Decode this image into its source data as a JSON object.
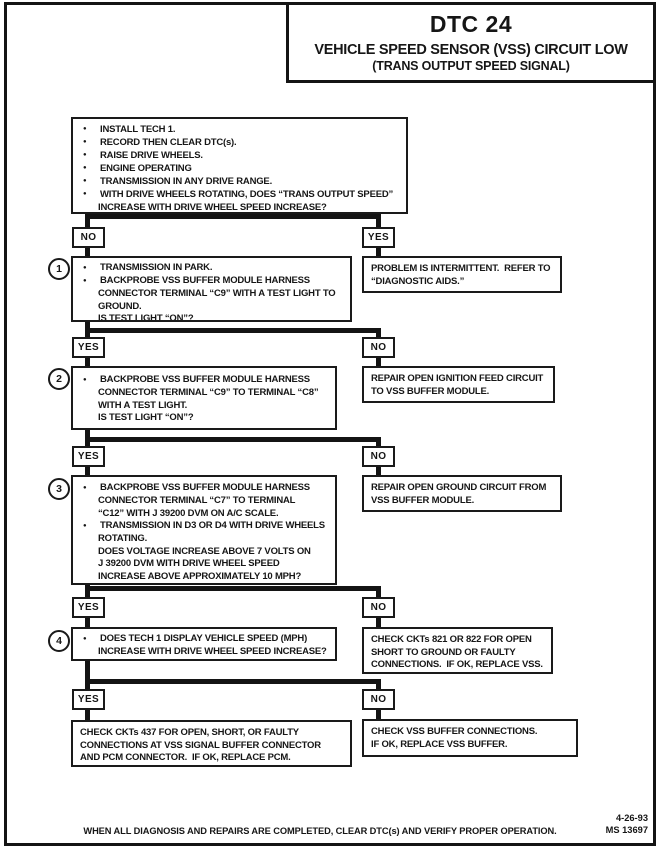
{
  "title": {
    "code": "DTC 24",
    "heading": "VEHICLE SPEED SENSOR (VSS) CIRCUIT LOW",
    "subheading": "(TRANS OUTPUT SPEED SIGNAL)"
  },
  "start_box": {
    "lines": [
      "INSTALL TECH 1.",
      "RECORD THEN CLEAR DTC(s).",
      "RAISE DRIVE WHEELS.",
      "ENGINE OPERATING",
      "TRANSMISSION IN ANY DRIVE RANGE.",
      "WITH DRIVE WHEELS ROTATING, DOES “TRANS OUTPUT SPEED”",
      "INCREASE WITH DRIVE WHEEL SPEED INCREASE?"
    ]
  },
  "labels": {
    "row1_left": "NO",
    "row1_right": "YES",
    "row2_left": "YES",
    "row2_right": "NO",
    "row3_left": "YES",
    "row3_right": "NO",
    "row4_left": "YES",
    "row4_right": "NO",
    "row5_left": "YES",
    "row5_right": "NO"
  },
  "step1": {
    "number": "1",
    "lines": [
      "TRANSMISSION IN PARK.",
      "BACKPROBE VSS BUFFER MODULE HARNESS",
      "CONNECTOR TERMINAL “C9” WITH A TEST LIGHT TO",
      "GROUND.",
      "IS TEST LIGHT “ON”?"
    ]
  },
  "result1": {
    "lines": [
      "PROBLEM IS INTERMITTENT.  REFER TO",
      "“DIAGNOSTIC AIDS.”"
    ]
  },
  "step2": {
    "number": "2",
    "lines": [
      "BACKPROBE VSS BUFFER MODULE HARNESS",
      "CONNECTOR TERMINAL “C9” TO TERMINAL “C8”",
      "WITH A TEST LIGHT.",
      "IS TEST LIGHT “ON”?"
    ]
  },
  "result2": {
    "lines": [
      "REPAIR OPEN IGNITION FEED CIRCUIT",
      "TO VSS BUFFER MODULE."
    ]
  },
  "step3": {
    "number": "3",
    "lines": [
      "BACKPROBE VSS BUFFER MODULE HARNESS",
      "CONNECTOR TERMINAL “C7” TO TERMINAL",
      "“C12” WITH J 39200 DVM ON A/C SCALE.",
      "TRANSMISSION IN D3 OR D4 WITH DRIVE WHEELS",
      "ROTATING.",
      "DOES VOLTAGE INCREASE ABOVE 7 VOLTS ON",
      "J 39200 DVM WITH DRIVE WHEEL SPEED",
      "INCREASE ABOVE APPROXIMATELY 10 MPH?"
    ]
  },
  "result3": {
    "lines": [
      "REPAIR OPEN GROUND CIRCUIT FROM",
      "VSS BUFFER MODULE."
    ]
  },
  "step4": {
    "number": "4",
    "lines": [
      "DOES TECH 1 DISPLAY VEHICLE SPEED (MPH)",
      "INCREASE WITH DRIVE WHEEL SPEED INCREASE?"
    ]
  },
  "result4": {
    "lines": [
      "CHECK CKTs 821 OR 822 FOR OPEN",
      "SHORT TO GROUND OR FAULTY",
      "CONNECTIONS.  IF OK, REPLACE VSS."
    ]
  },
  "final_left": {
    "lines": [
      "CHECK CKTs 437 FOR OPEN, SHORT, OR FAULTY",
      "CONNECTIONS AT VSS SIGNAL BUFFER CONNECTOR",
      "AND PCM CONNECTOR.  IF OK, REPLACE PCM."
    ]
  },
  "final_right": {
    "lines": [
      "CHECK VSS BUFFER CONNECTIONS.",
      "IF OK, REPLACE VSS BUFFER."
    ]
  },
  "footer": {
    "note": "WHEN ALL DIAGNOSIS AND REPAIRS ARE COMPLETED, CLEAR DTC(s) AND VERIFY PROPER OPERATION.",
    "date": "4-26-93",
    "doc_number": "MS 13697"
  }
}
